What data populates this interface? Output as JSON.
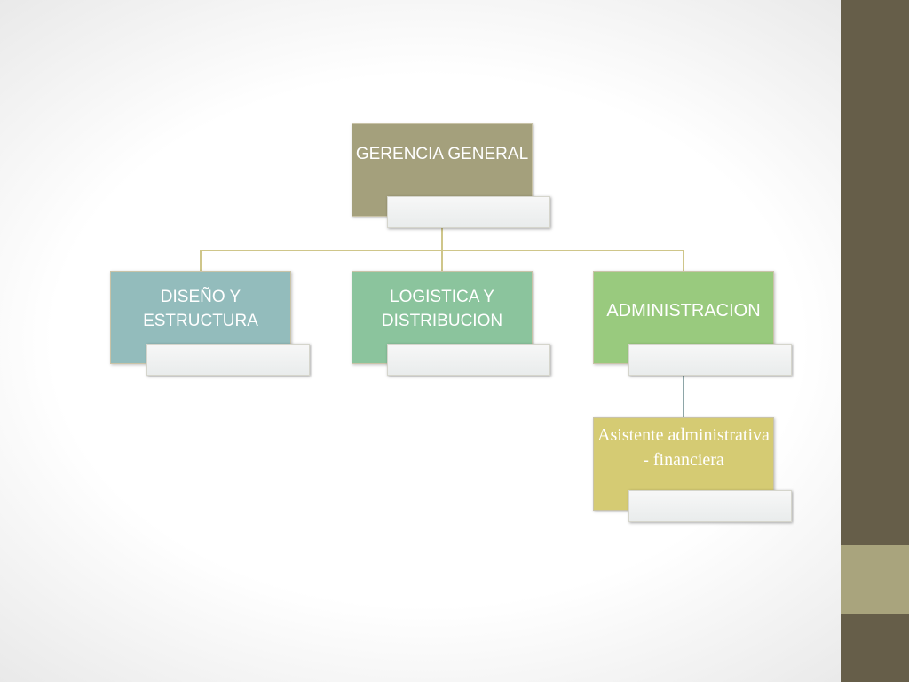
{
  "nodes": {
    "gerencia": {
      "label": "GERENCIA GENERAL",
      "color": "#a4a07c"
    },
    "diseno": {
      "label": "DISEÑO Y ESTRUCTURA",
      "color": "#93bcbc"
    },
    "logistica": {
      "label": "LOGISTICA Y DISTRIBUCION",
      "color": "#8bc49d"
    },
    "administracion": {
      "label": "ADMINISTRACION",
      "color": "#99ca7e"
    },
    "asistente": {
      "label": "Asistente administrativa - financiera",
      "color": "#d5cb73"
    }
  },
  "connector_colors": {
    "top_branch": "#cfc68a",
    "admin_branch": "#8ea6a8"
  },
  "sidebar": {
    "bar_color": "#665e49",
    "accent_color": "#a9a47d"
  }
}
